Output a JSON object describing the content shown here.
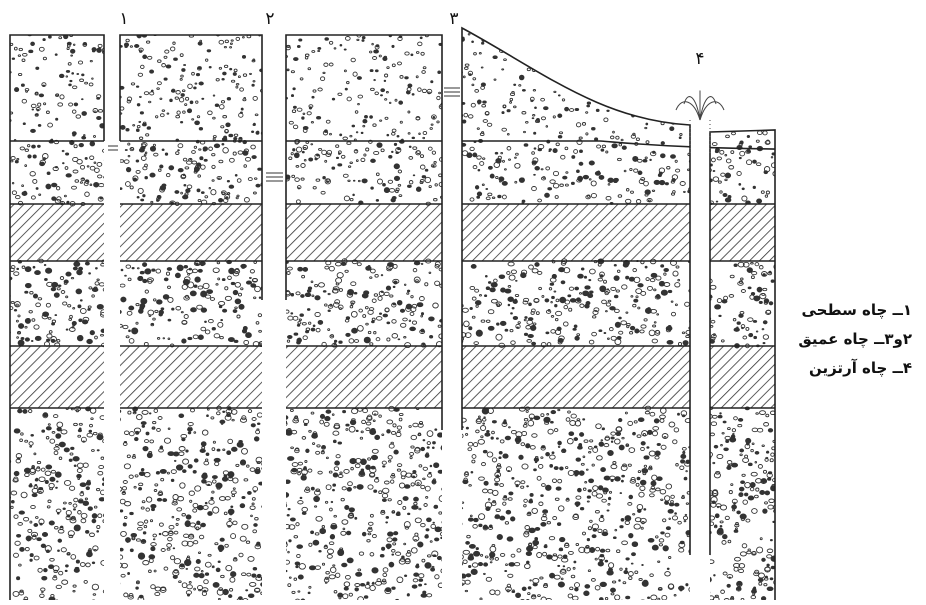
{
  "wells": [
    {
      "id": "well-1",
      "label": "۱"
    },
    {
      "id": "well-2",
      "label": "۲"
    },
    {
      "id": "well-3",
      "label": "۳"
    },
    {
      "id": "well-4",
      "label": "۴"
    }
  ],
  "legend": {
    "item1": "۱ــ چاه سطحی",
    "item2": "۲و۳ــ چاه عمیق",
    "item3": "۴ــ چاه آرتزین"
  },
  "colors": {
    "ink": "#222222",
    "background": "#ffffff"
  }
}
